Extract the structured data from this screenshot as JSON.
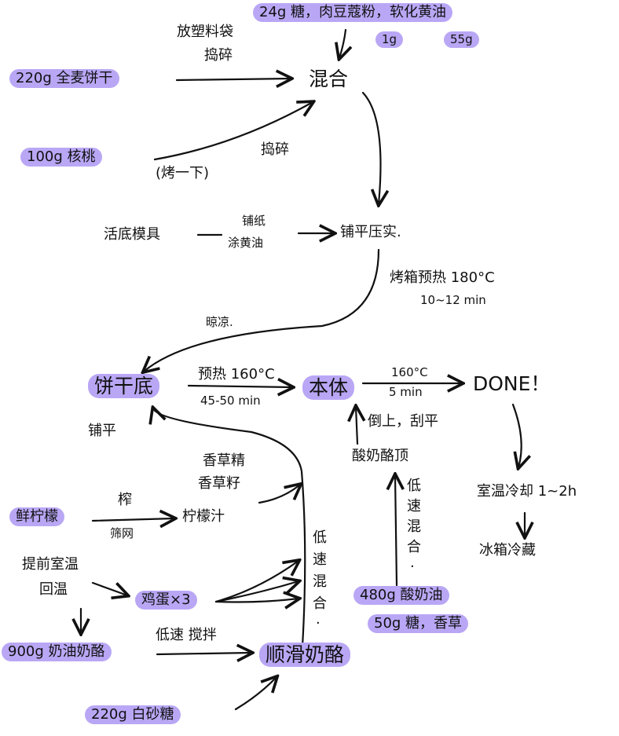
{
  "nodes": {
    "top_ingredients": "24g 糖，肉豆蔻粉，软化黄油",
    "top_nutmeg_qty": "1g",
    "top_butter_qty": "55g",
    "bag_note_1": "放塑料袋",
    "bag_note_2": "捣碎",
    "cracker": "220g 全麦饼干",
    "mix": "混合",
    "walnut": "100g 核桃",
    "walnut_roast": "(烤一下)",
    "walnut_crush": "捣碎",
    "mold": "活底模具",
    "mold_note_1": "铺纸",
    "mold_note_2": "涂黄油",
    "press": "铺平压实.",
    "oven_preheat": "烤箱预热 180°C",
    "oven_time": "10~12 min",
    "cool": "晾凉.",
    "crust": "饼干底",
    "crust_bake_1": "预热 160°C",
    "crust_bake_2": "45-50 min",
    "body": "本体",
    "body_bake_1": "160°C",
    "body_bake_2": "5 min",
    "done": "DONE！",
    "spread": "铺平",
    "topping": "酸奶酪顶",
    "topping_note": "倒上，刮平",
    "vanilla_1": "香草精",
    "vanilla_2": "香草籽",
    "lemon": "鲜柠檬",
    "squeeze": "榨",
    "sieve": "筛网",
    "lemon_juice": "柠檬汁",
    "low_speed_mix_right": [
      "低",
      "速",
      "混",
      "合",
      "."
    ],
    "low_speed_mix_left": [
      "低",
      "速",
      "混",
      "合",
      "."
    ],
    "room_temp_1": "提前室温",
    "room_temp_2": "回温",
    "eggs": "鸡蛋×3",
    "room_cool": "室温冷却 1~2h",
    "fridge": "冰箱冷藏",
    "sour_cream": "480g 酸奶油",
    "sour_cream_2": "50g 糖，香草",
    "cream_cheese": "900g 奶油奶酪",
    "low_speed_beat": "低速 搅拌",
    "smooth_cheese": "顺滑奶酪",
    "sugar": "220g 白砂糖"
  },
  "colors": {
    "highlight": "#b9a7f5",
    "ink": "#111111"
  }
}
